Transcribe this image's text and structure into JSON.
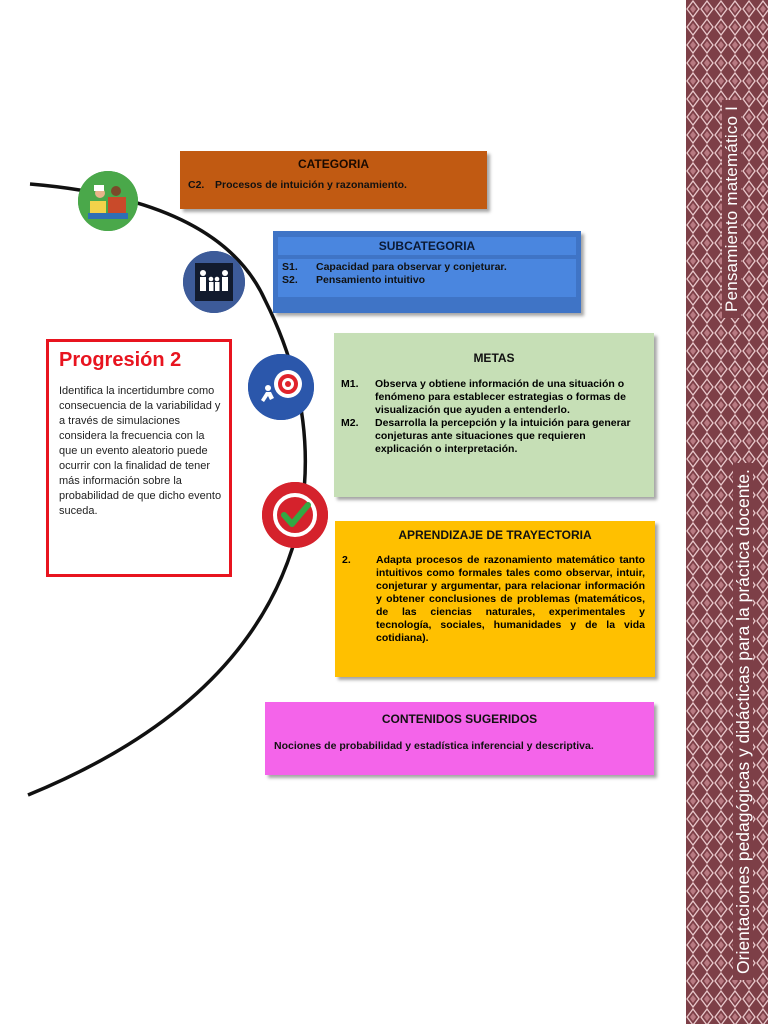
{
  "side": {
    "title_top": "Pensamiento matemático I",
    "title_bottom": "Orientaciones pedagógicas y didácticas para la práctica docente."
  },
  "categoria": {
    "title": "CATEGORIA",
    "code": "C2.",
    "text": "Procesos de intuición y razonamiento."
  },
  "subcategoria": {
    "title": "SUBCATEGORIA",
    "items": [
      {
        "code": "S1.",
        "text": "Capacidad para observar y conjeturar."
      },
      {
        "code": "S2.",
        "text": "Pensamiento intuitivo"
      }
    ]
  },
  "progresion": {
    "title": "Progresión 2",
    "text": "Identifica la incertidumbre como consecuencia de la variabilidad y a través de simulaciones considera la frecuencia con la que un evento aleatorio puede ocurrir con la finalidad de tener más información sobre la probabilidad de que dicho evento suceda."
  },
  "metas": {
    "title": "METAS",
    "items": [
      {
        "code": "M1.",
        "text": "Observa y obtiene información de una situación o fenómeno para establecer estrategias o formas de visualización que ayuden a entenderlo."
      },
      {
        "code": "M2.",
        "text": "Desarrolla la percepción y la intuición para generar conjeturas ante situaciones que requieren explicación o interpretación."
      }
    ]
  },
  "aprendizaje": {
    "title": "APRENDIZAJE DE TRAYECTORIA",
    "items": [
      {
        "code": "2.",
        "text": "Adapta procesos de razonamiento matemático tanto intuitivos como formales tales como observar, intuir, conjeturar y argumentar, para relacionar información y obtener conclusiones de problemas (matemáticos, de las ciencias naturales, experimentales y tecnología, sociales, humanidades y de la vida cotidiana)."
      }
    ]
  },
  "contenidos": {
    "title": "CONTENIDOS SUGERIDOS",
    "text": "Nociones de probabilidad y estadística inferencial y descriptiva."
  },
  "colors": {
    "band": "#7d3f47",
    "categoria": "#c15a12",
    "subcategoria": "#3f74c6",
    "metas": "#c6dfb6",
    "aprendizaje": "#ffc000",
    "contenidos": "#f464ea",
    "progresion_border": "#e8141f"
  },
  "icons": [
    "classroom-illustration-icon",
    "family-icon",
    "target-runner-icon",
    "checkmark-icon"
  ]
}
